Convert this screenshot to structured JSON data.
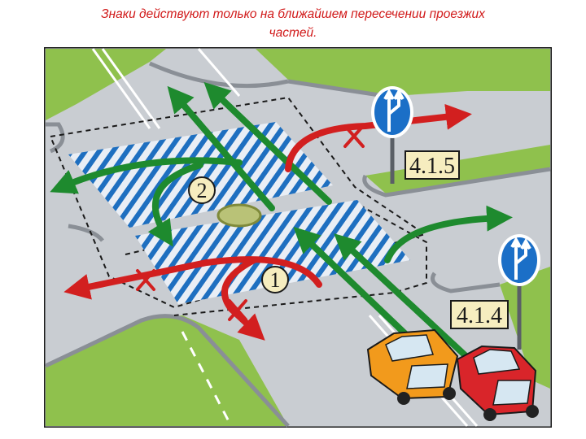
{
  "caption": {
    "line1": "Знаки действуют только на ближайшем пересечении проезжих",
    "line2": "частей."
  },
  "signs": [
    {
      "id": "sign-4-1-5",
      "code": "4.1.5",
      "meaning": "straight-or-right"
    },
    {
      "id": "sign-4-1-4",
      "code": "4.1.4",
      "meaning": "straight-or-right"
    }
  ],
  "intersections": [
    {
      "label": "1"
    },
    {
      "label": "2"
    }
  ],
  "colors": {
    "caption": "#d11a1a",
    "asphalt": "#c9cdd2",
    "grass": "#8fc14d",
    "hatch": "#1e6fc0",
    "arrow_allowed": "#1e8a2e",
    "arrow_forbidden": "#d21f1f",
    "sign_blue": "#1b6fc7",
    "plate": "#f6edbf",
    "car_orange": "#f29a1c",
    "car_red": "#d9252a"
  }
}
